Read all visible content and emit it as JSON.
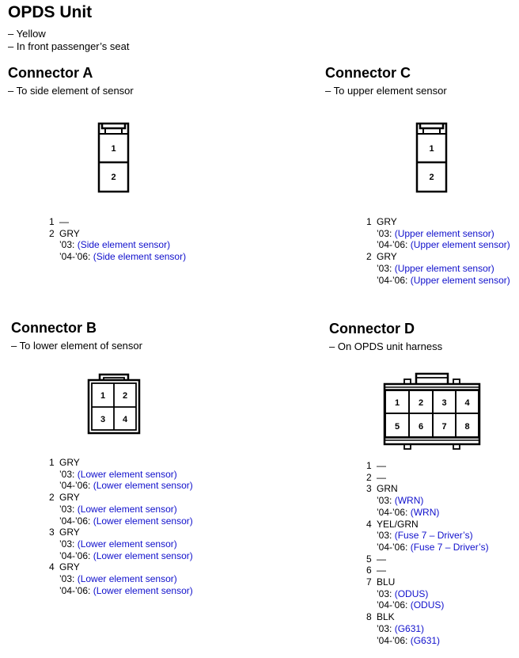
{
  "title": "OPDS Unit",
  "subtitles": [
    "– Yellow",
    "– In front passenger’s seat"
  ],
  "connectors": {
    "a": {
      "title": "Connector A",
      "desc": "– To side element of sensor",
      "cavities": [
        "1",
        "2"
      ],
      "pins": [
        {
          "num": "1",
          "wire": "—",
          "rows": []
        },
        {
          "num": "2",
          "wire": "GRY",
          "rows": [
            {
              "year": "’03:",
              "target": "(Side element sensor)"
            },
            {
              "year": "’04-’06:",
              "target": "(Side element sensor)"
            }
          ]
        }
      ]
    },
    "c": {
      "title": "Connector C",
      "desc": "– To upper element sensor",
      "cavities": [
        "1",
        "2"
      ],
      "pins": [
        {
          "num": "1",
          "wire": "GRY",
          "rows": [
            {
              "year": "’03:",
              "target": "(Upper element sensor)"
            },
            {
              "year": "’04-’06:",
              "target": "(Upper element sensor)"
            }
          ]
        },
        {
          "num": "2",
          "wire": "GRY",
          "rows": [
            {
              "year": "’03:",
              "target": "(Upper element sensor)"
            },
            {
              "year": "’04-’06:",
              "target": "(Upper element sensor)"
            }
          ]
        }
      ]
    },
    "b": {
      "title": "Connector B",
      "desc": "– To lower element of sensor",
      "cavities": [
        "1",
        "2",
        "3",
        "4"
      ],
      "pins": [
        {
          "num": "1",
          "wire": "GRY",
          "rows": [
            {
              "year": "’03:",
              "target": "(Lower element sensor)"
            },
            {
              "year": "’04-’06:",
              "target": "(Lower element sensor)"
            }
          ]
        },
        {
          "num": "2",
          "wire": "GRY",
          "rows": [
            {
              "year": "’03:",
              "target": "(Lower element sensor)"
            },
            {
              "year": "’04-’06:",
              "target": "(Lower element sensor)"
            }
          ]
        },
        {
          "num": "3",
          "wire": "GRY",
          "rows": [
            {
              "year": "’03:",
              "target": "(Lower element sensor)"
            },
            {
              "year": "’04-’06:",
              "target": "(Lower element sensor)"
            }
          ]
        },
        {
          "num": "4",
          "wire": "GRY",
          "rows": [
            {
              "year": "’03:",
              "target": "(Lower element sensor)"
            },
            {
              "year": "’04-’06:",
              "target": "(Lower element sensor)"
            }
          ]
        }
      ]
    },
    "d": {
      "title": "Connector D",
      "desc": "– On OPDS unit harness",
      "cavities": [
        "1",
        "2",
        "3",
        "4",
        "5",
        "6",
        "7",
        "8"
      ],
      "pins": [
        {
          "num": "1",
          "wire": "—",
          "rows": []
        },
        {
          "num": "2",
          "wire": "—",
          "rows": []
        },
        {
          "num": "3",
          "wire": "GRN",
          "rows": [
            {
              "year": "’03:",
              "target": "(WRN)"
            },
            {
              "year": "’04-’06:",
              "target": "(WRN)"
            }
          ]
        },
        {
          "num": "4",
          "wire": "YEL/GRN",
          "rows": [
            {
              "year": "’03:",
              "target": "(Fuse 7 – Driver’s)"
            },
            {
              "year": "’04-’06:",
              "target": "(Fuse 7 – Driver’s)"
            }
          ]
        },
        {
          "num": "5",
          "wire": "—",
          "rows": []
        },
        {
          "num": "6",
          "wire": "—",
          "rows": []
        },
        {
          "num": "7",
          "wire": "BLU",
          "rows": [
            {
              "year": "’03:",
              "target": "(ODUS)"
            },
            {
              "year": "’04-’06:",
              "target": "(ODUS)"
            }
          ]
        },
        {
          "num": "8",
          "wire": "BLK",
          "rows": [
            {
              "year": "’03:",
              "target": "(G631)"
            },
            {
              "year": "’04-’06:",
              "target": "(G631)"
            }
          ]
        }
      ]
    }
  },
  "colors": {
    "link": "#1010cc",
    "text": "#000000"
  }
}
